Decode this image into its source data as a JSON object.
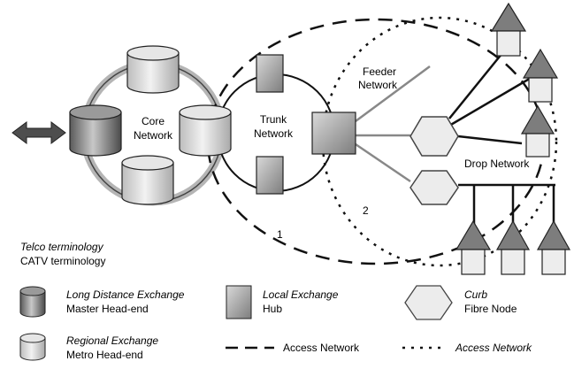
{
  "diagram": {
    "core_network": [
      "Core",
      "Network"
    ],
    "trunk_network": [
      "Trunk",
      "Network"
    ],
    "feeder_network": [
      "Feeder",
      "Network"
    ],
    "drop_network": "Drop Network",
    "marker_1": "1",
    "marker_2": "2"
  },
  "legend": {
    "telco_terminology": "Telco terminology",
    "catv_terminology": "CATV terminology",
    "long_distance": {
      "telco": "Long Distance Exchange",
      "catv": "Master Head-end"
    },
    "local_exchange": {
      "telco": "Local Exchange",
      "catv": "Hub"
    },
    "curb": {
      "telco": "Curb",
      "catv": "Fibre Node"
    },
    "regional": {
      "telco": "Regional Exchange",
      "catv": "Metro Head-end"
    },
    "access_dashed": "Access Network",
    "access_dotted": "Access Network"
  }
}
